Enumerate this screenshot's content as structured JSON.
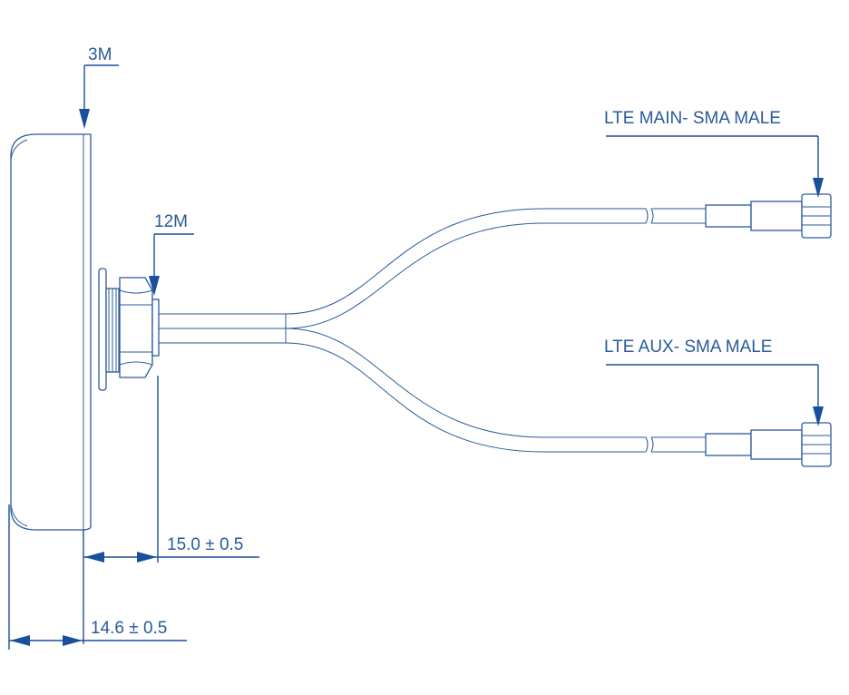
{
  "labels": {
    "screw_top": "3M",
    "nut": "12M",
    "main_connector": "LTE MAIN- SMA MALE",
    "aux_connector": "LTE AUX- SMA MALE",
    "dim_mount": "15.0 ± 0.5",
    "dim_body": "14.6 ± 0.5"
  },
  "colors": {
    "line": "#2a5a9a",
    "arrow": "#1a4f9c",
    "background": "#ffffff"
  }
}
